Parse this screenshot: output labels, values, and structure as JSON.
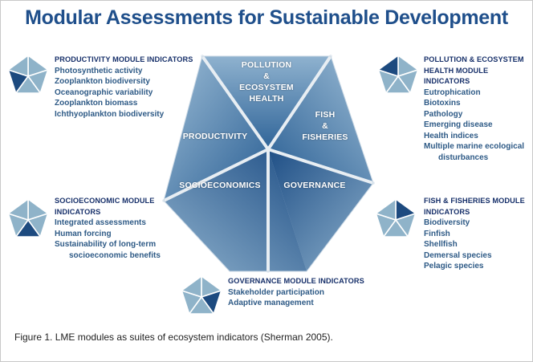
{
  "title": "Modular Assessments for Sustainable Development",
  "center": {
    "pollution": [
      "POLLUTION",
      "&",
      "ECOSYSTEM",
      "HEALTH"
    ],
    "fish": [
      "FISH",
      "&",
      "FISHERIES"
    ],
    "productivity": "PRODUCTIVITY",
    "socioeconomics": "SOCIOECONOMICS",
    "governance": "GOVERNANCE"
  },
  "modules": {
    "productivity": {
      "heading": "PRODUCTIVITY MODULE INDICATORS",
      "items": [
        "Photosynthetic activity",
        "Zooplankton biodiversity",
        "Oceanographic variability",
        "Zooplankton biomass",
        "Ichthyoplankton biodiversity"
      ]
    },
    "pollution": {
      "heading": [
        "POLLUTION & ECOSYSTEM",
        "HEALTH MODULE INDICATORS"
      ],
      "items": [
        "Eutrophication",
        "Biotoxins",
        "Pathology",
        "Emerging disease",
        "Health indices",
        "Multiple marine ecological",
        "disturbances"
      ]
    },
    "socioeconomic": {
      "heading": [
        "SOCIOECONOMIC MODULE",
        "INDICATORS"
      ],
      "items": [
        "Integrated assessments",
        "Human forcing",
        "Sustainability of long-term",
        "socioeconomic benefits"
      ]
    },
    "fish": {
      "heading": [
        "FISH & FISHERIES MODULE",
        "INDICATORS"
      ],
      "items": [
        "Biodiversity",
        "Finfish",
        "Shellfish",
        "Demersal species",
        "Pelagic species"
      ]
    },
    "governance": {
      "heading": "GOVERNANCE MODULE INDICATORS",
      "items": [
        "Stakeholder participation",
        "Adaptive management"
      ]
    }
  },
  "caption": "Figure 1. LME modules as suites of ecosystem indicators (Sherman 2005).",
  "colors": {
    "title": "#1f4f8b",
    "segment_light": "#5c89b3",
    "segment_dark": "#1f4f86",
    "mini_light": "#8fb3c9",
    "mini_dark": "#1d4a7f",
    "divider": "#e8eef3"
  },
  "mini_highlight": {
    "productivity": "top-left",
    "pollution": "top",
    "socioeconomic": "bottom-left",
    "fish": "top-right",
    "governance": "bottom-right"
  }
}
